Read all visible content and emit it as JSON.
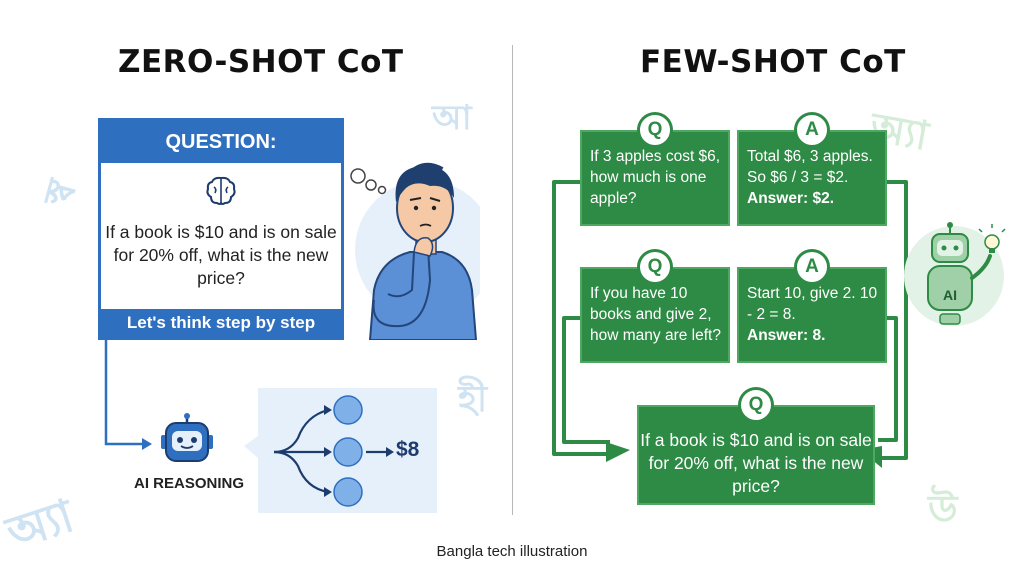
{
  "left": {
    "title": "ZERO-SHOT CoT",
    "question_header": "QUESTION:",
    "question_text": "If a book is $10 and is on sale for 20% off, what is the new price?",
    "prompt_footer": "Let's think step by step",
    "ai_label": "AI REASONING",
    "result": "$8"
  },
  "right": {
    "title": "FEW-SHOT CoT",
    "examples": [
      {
        "q_badge": "Q",
        "q_text": "If 3 apples cost $6, how much is one apple?",
        "a_badge": "A",
        "a_text": "Total $6, 3 apples. So $6 / 3 = $2.",
        "a_answer": "Answer: $2."
      },
      {
        "q_badge": "Q",
        "q_text": "If you have 10 books and give 2, how many are left?",
        "a_badge": "A",
        "a_text": "Start 10, give 2. 10 - 2 = 8.",
        "a_answer": "Answer: 8."
      }
    ],
    "final_badge": "Q",
    "final_text": "If a book is $10 and is on sale for 20% off, what is the new price?",
    "ai_label": "AI"
  },
  "decorations": [
    "আ",
    "স্ব",
    "হী",
    "অ্যা",
    "অ্যা",
    "উ"
  ],
  "caption": "Bangla tech illustration",
  "colors": {
    "blue": "#2f6fbf",
    "green": "#2e8b45",
    "light_blue": "#e6f0fa"
  },
  "icons": [
    "brain-icon",
    "thought-bubble-icon",
    "thinking-person",
    "robot-icon",
    "robot-ai-icon",
    "lightbulb-icon"
  ]
}
